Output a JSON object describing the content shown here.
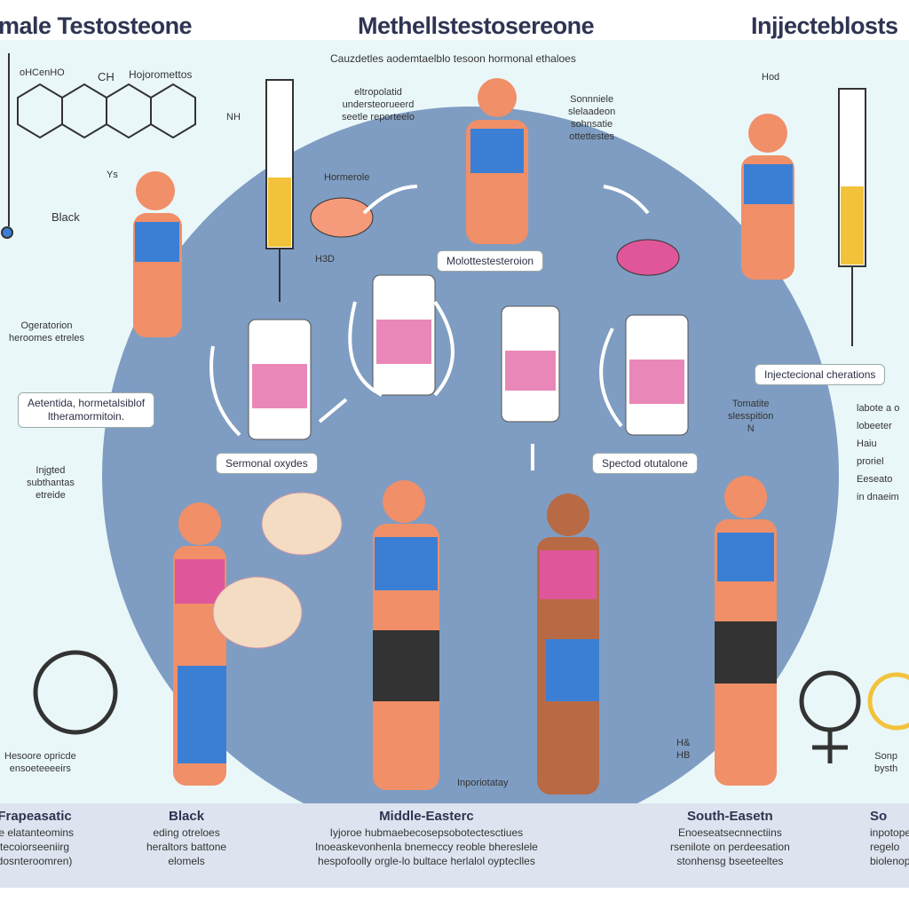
{
  "titles": [
    "male Testosteone",
    "Methellstestosereone",
    "Injjecteblosts"
  ],
  "subtitle": "Cauzdetles aodemtaelblo tesoon hormonal ethaloes",
  "structure_labels": [
    "oHCenHO",
    "CH",
    "Hojoromettos",
    "NH",
    "Ys"
  ],
  "labels": {
    "hormerole": "Hormerole",
    "h3d": "H3D",
    "hod": "Hod",
    "black": "Black",
    "left_top": [
      "eltropolatid",
      "understeorueerd",
      "seetle reporteelo"
    ],
    "right_top": [
      "Sonnniele",
      "slelaadeon",
      "sohnsatie",
      "ottettestes"
    ],
    "ogeratorion": [
      "Ogeratorion",
      "heroomes etreles"
    ],
    "injgted": [
      "Injgted",
      "subthantas",
      "etreide"
    ],
    "tomatite": [
      "Tomatite",
      "slesspition",
      "N"
    ],
    "right_edge": [
      "labote a o",
      "lobeeter",
      "Haiu",
      "proriel",
      "Eeseato",
      "in dnaeim"
    ],
    "hesoore": [
      "Hesoore opricde",
      "ensoeteeeeirs"
    ],
    "inporiotatay": "Inporiotatay",
    "hb": [
      "H&",
      "HB"
    ],
    "sonp": [
      "Sonp",
      "bysth"
    ]
  },
  "boxes": {
    "molot": "Molottestesteroion",
    "sermonal": "Sermonal oxydes",
    "spectod": "Spectod otutalone",
    "aetentida": [
      "Aetentida, hormetalsiblof",
      "ltheramormitoin."
    ],
    "injectecional": "Injectecional cherations"
  },
  "bottom_columns": [
    {
      "title": "Frapeasatic",
      "lines": [
        "fe elatanteomins",
        "tecoiorseeniirg",
        "dosnteroomren)"
      ]
    },
    {
      "title": "Black",
      "lines": [
        "eding otreloes",
        "heraltors battone",
        "elomels"
      ]
    },
    {
      "title": "Middle-Easterc",
      "lines": [
        "Iyjoroe hubmaebecosepsobotectesctiues",
        "Inoeaskevonhenla bnemeccy reoble bhereslele",
        "hespofoolly orgle-lo bultace herlalol oypteclles"
      ]
    },
    {
      "title": "South-Easetn",
      "lines": [
        "Enoeseatsecnnectiins",
        "rsenilote on perdeesation",
        "stonhensg bseeteeltes"
      ]
    },
    {
      "title": "So",
      "lines": [
        "inpotope",
        "regelo",
        "biolenop"
      ]
    }
  ],
  "colors": {
    "circle": "#7f9dc2",
    "panel": "#eaf7f9",
    "skin": "#f08f68",
    "top": "#3b7fd4",
    "pink": "#e0569a"
  }
}
